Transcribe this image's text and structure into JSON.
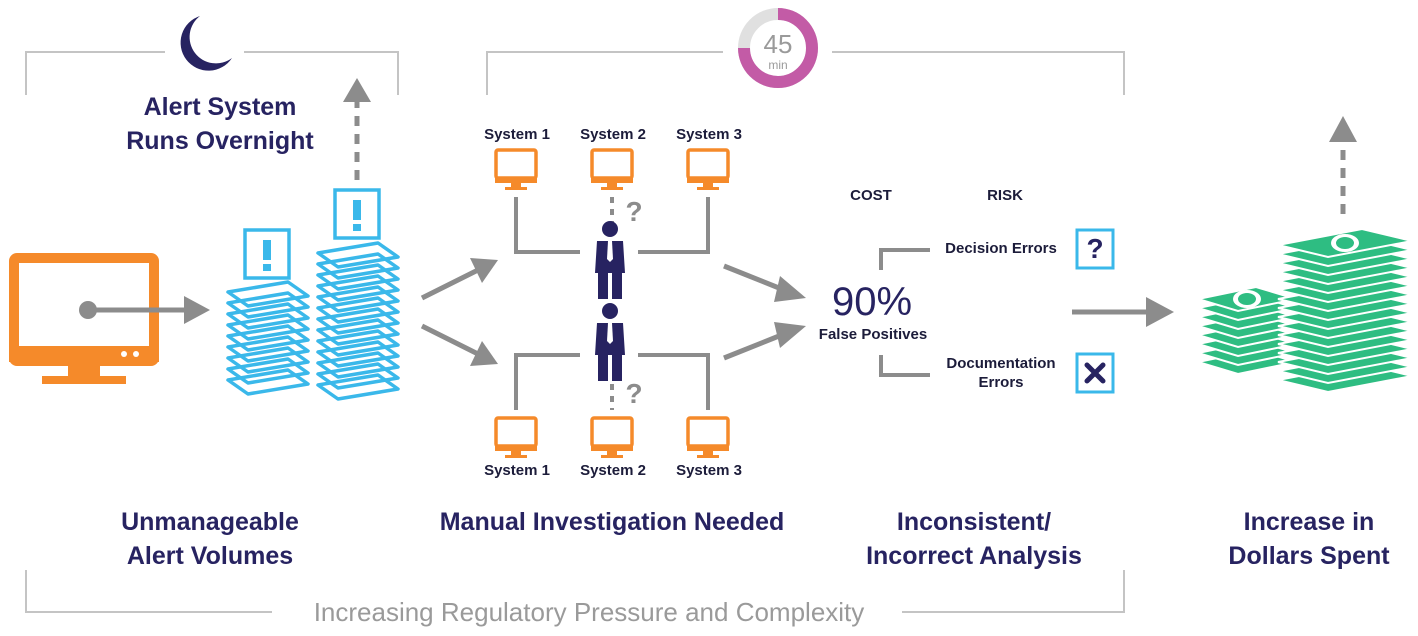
{
  "colors": {
    "orange": "#f58a2a",
    "cyan": "#3ab8ea",
    "navy": "#272361",
    "gray": "#8c8c8c",
    "light_gray": "#c4c4c4",
    "magenta": "#c35ba6",
    "green": "#2ebd82"
  },
  "icons": [
    "moon-icon",
    "monitor-icon",
    "alert-icon",
    "person-icon",
    "question-icon",
    "close-icon",
    "money-icon",
    "arrow-up-icon"
  ],
  "stage1": {
    "subtitle": "Alert System Runs Overnight",
    "subtitle_line1": "Alert System",
    "subtitle_line2": "Runs Overnight",
    "title_line1": "Unmanageable",
    "title_line2": "Alert Volumes"
  },
  "stage2": {
    "timer_value": "45",
    "timer_unit": "min",
    "timer_fraction": 0.75,
    "top_systems": [
      "System 1",
      "System 2",
      "System 3"
    ],
    "bottom_systems": [
      "System 1",
      "System 2",
      "System 3"
    ],
    "question_mark": "?",
    "title": "Manual Investigation Needed"
  },
  "stage3": {
    "cost_label": "COST",
    "risk_label": "RISK",
    "percent": "90%",
    "percent_label": "False Positives",
    "decision_errors": "Decision Errors",
    "documentation_errors_line1": "Documentation",
    "documentation_errors_line2": "Errors",
    "question_mark": "?",
    "title_line1": "Inconsistent/",
    "title_line2": "Incorrect Analysis"
  },
  "stage4": {
    "title_line1": "Increase in",
    "title_line2": "Dollars Spent"
  },
  "footer": {
    "text": "Increasing Regulatory Pressure and Complexity"
  }
}
